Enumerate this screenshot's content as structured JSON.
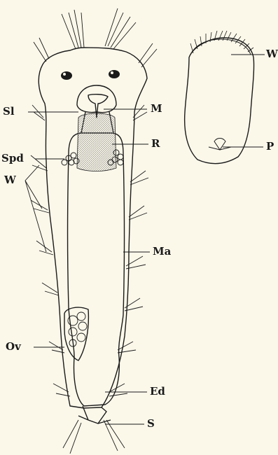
{
  "figure": {
    "labels": {
      "sl": "Sl",
      "m": "M",
      "r": "R",
      "spd": "Spd",
      "w": "W",
      "ma": "Ma",
      "ov": "Ov",
      "ed": "Ed",
      "s": "S",
      "w_inset": "W",
      "p_inset": "P"
    }
  },
  "colors": {
    "ink": "#1a1a1a",
    "paper": "#fbf8ea",
    "stipple": "#8a8a8a"
  }
}
